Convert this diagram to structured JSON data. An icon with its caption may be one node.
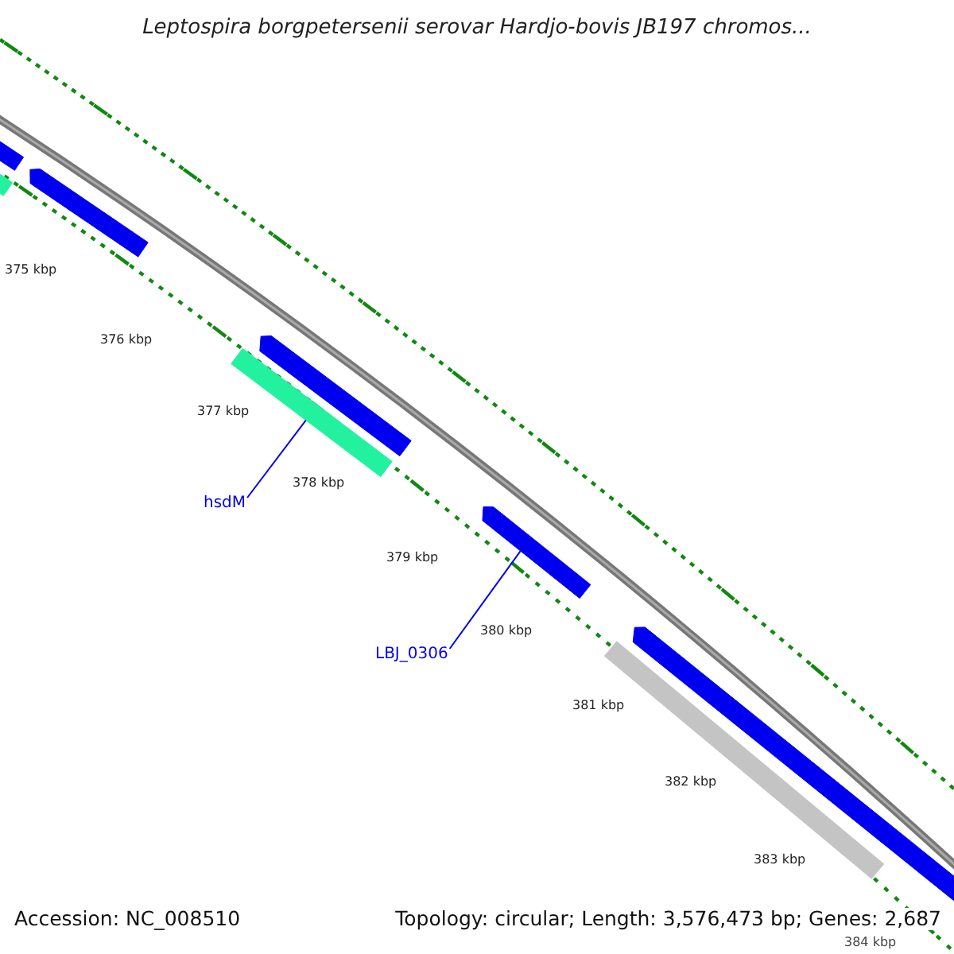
{
  "diagram": {
    "title": "Leptospira borgpetersenii serovar Hardjo-bovis JB197 chromos...",
    "nodes": [
      {
        "text": [],
        "shape": "bar"
      },
      {
        "text": [],
        "shape": "bar"
      },
      {
        "text": [],
        "shape": "arrow"
      },
      {
        "text": [],
        "shape": "arrow"
      },
      {
        "text": [],
        "shape": "bar"
      },
      {
        "text": [
          "hsdM"
        ]
      },
      {
        "text": [],
        "shape": "arrow"
      },
      {
        "text": [
          "LBJ_0306"
        ]
      },
      {
        "text": [],
        "shape": "arrow"
      },
      {
        "text": [],
        "shape": "bar"
      }
    ],
    "edges": [
      {
        "from": 5,
        "to": 4,
        "arrow": "none"
      },
      {
        "from": 7,
        "to": 6,
        "arrow": "none"
      }
    ],
    "labels": [
      "375 kbp",
      "376 kbp",
      "377 kbp",
      "378 kbp",
      "379 kbp",
      "380 kbp",
      "381 kbp",
      "382 kbp",
      "383 kbp",
      "384 kbp",
      "Accession: NC_008510",
      "Topology: circular; Length: 3,576,473 bp; Genes: 2,687"
    ]
  }
}
